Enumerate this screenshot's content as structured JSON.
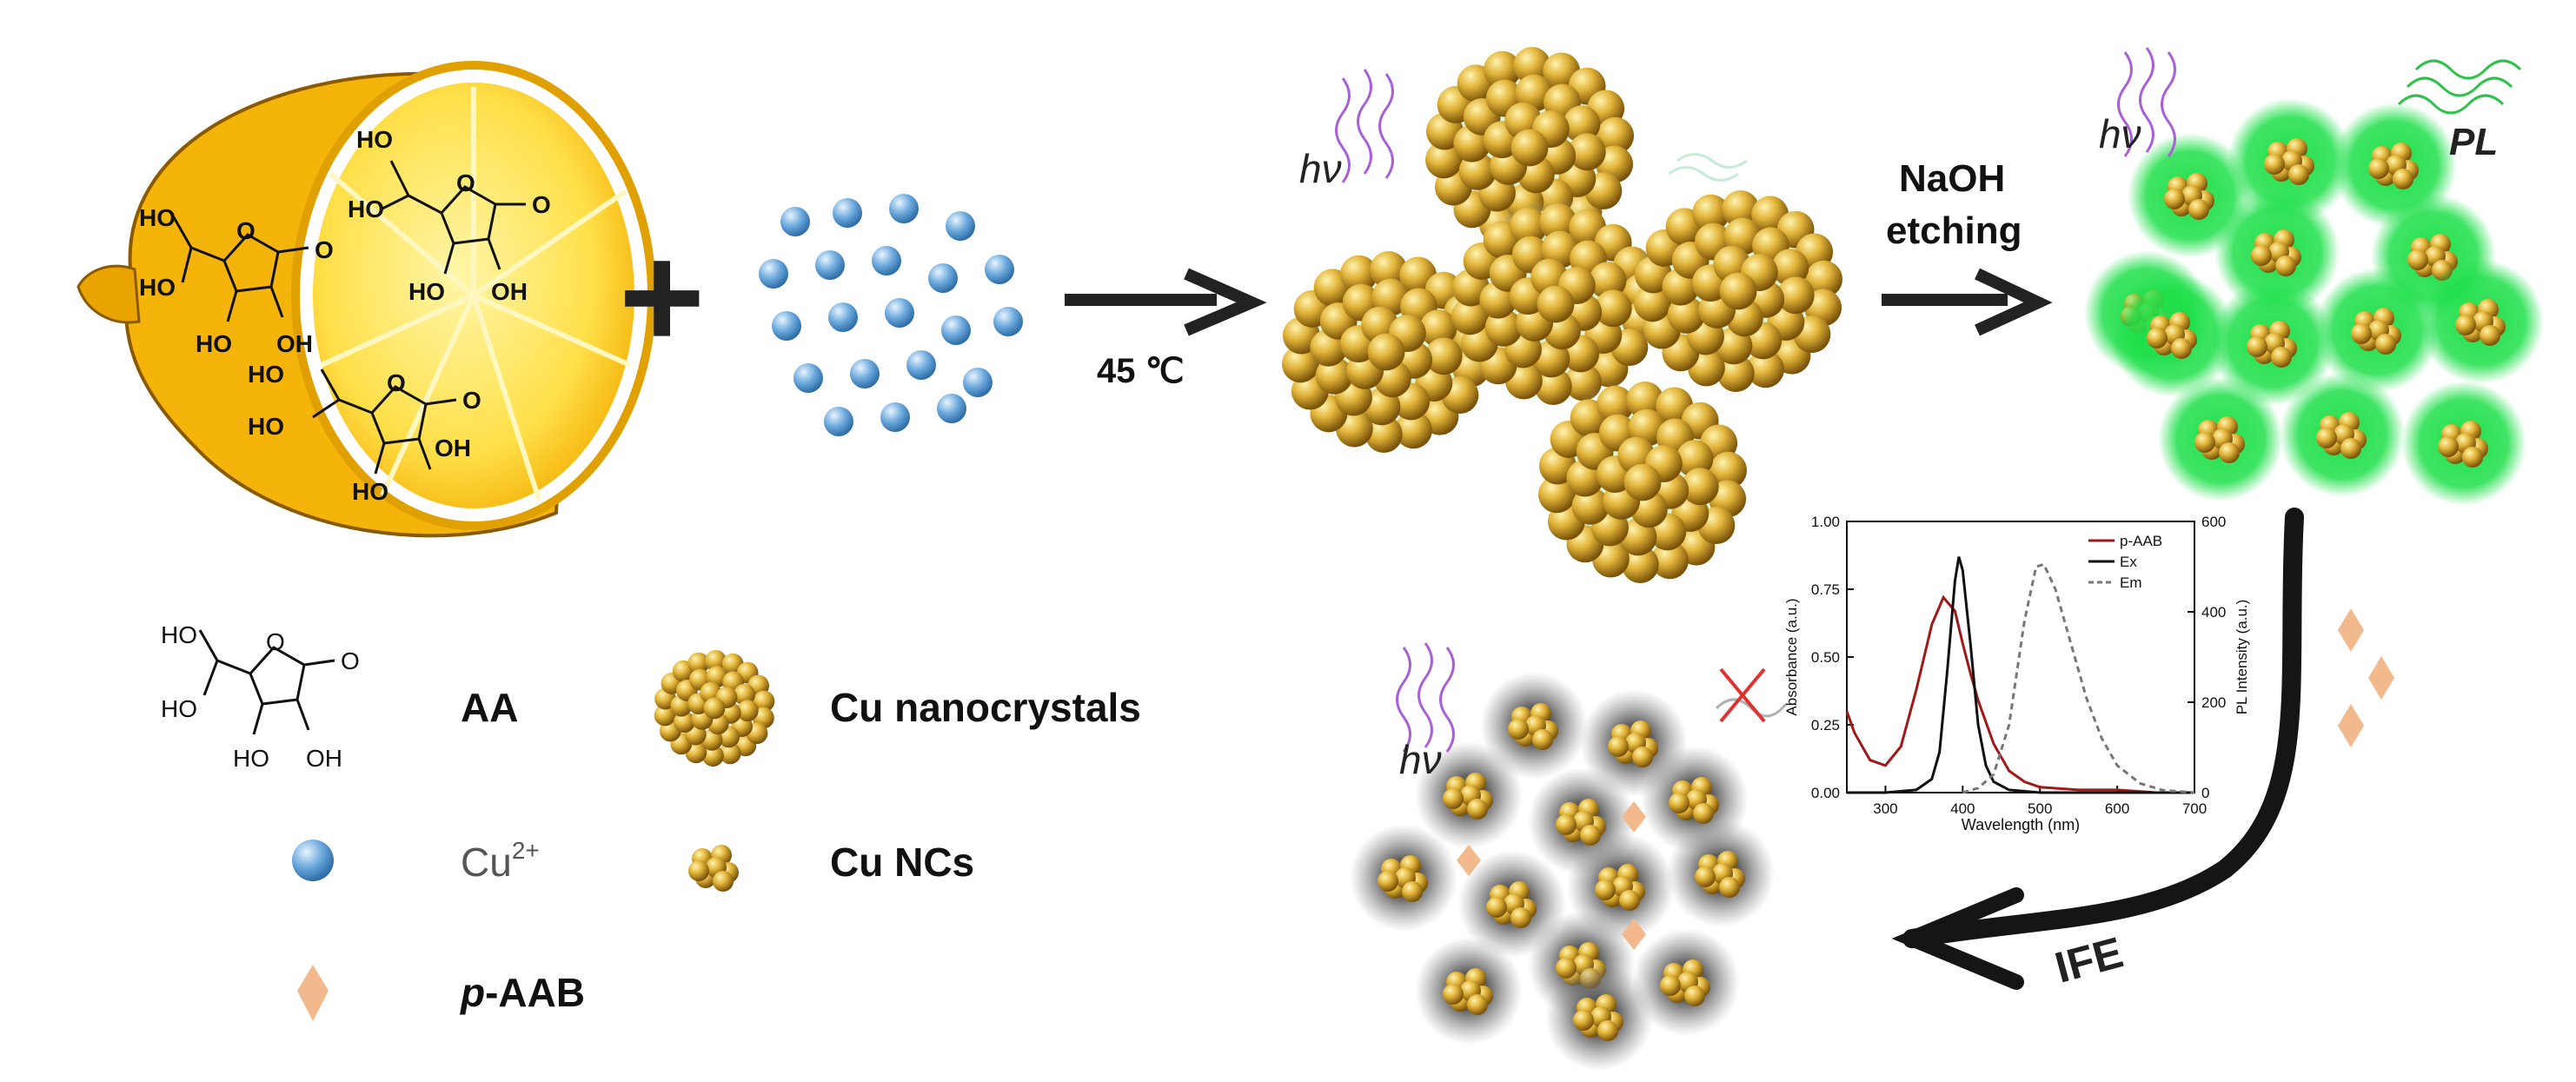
{
  "colors": {
    "lemon_rind": "#f5b40a",
    "lemon_flesh": "#ffe04a",
    "cu_ion": "#6aa8dc",
    "nanocrystal": "#c9951a",
    "green_glow": "#1fe04a",
    "paab_diamond": "#f2b98c",
    "arrow": "#222222",
    "light_wave": "#a860d8",
    "chart_paab": "#a01818",
    "chart_ex": "#111111",
    "chart_em": "#777777"
  },
  "molecule_labels": {
    "ho": "HO",
    "oh": "OH",
    "o": "O"
  },
  "operators": {
    "plus": "+"
  },
  "steps": {
    "temperature": "45 ℃",
    "etching_line1": "NaOH",
    "etching_line2": "etching",
    "ife": "IFE"
  },
  "light": {
    "hv": "hν",
    "pl": "PL"
  },
  "legend": {
    "aa": "AA",
    "cu_nanocrystals": "Cu nanocrystals",
    "cu_ion_base": "Cu",
    "cu_ion_sup": "2+",
    "cu_ncs": "Cu NCs",
    "paab_italic": "p",
    "paab_rest": "-AAB"
  },
  "chart_data": {
    "type": "line",
    "xlabel": "Wavelength (nm)",
    "ylabel_left": "Absorbance (a.u.)",
    "ylabel_right": "PL Intensity (a.u.)",
    "xlim": [
      250,
      700
    ],
    "ylim_left": [
      0,
      1.0
    ],
    "ylim_right": [
      0,
      600
    ],
    "x_ticks": [
      300,
      400,
      500,
      600,
      700
    ],
    "y_ticks_left": [
      "0.00",
      "0.25",
      "0.50",
      "0.75",
      "1.00"
    ],
    "y_ticks_right": [
      "0",
      "200",
      "400",
      "600"
    ],
    "legend_position": "top-right",
    "series": [
      {
        "name": "p-AAB",
        "axis": "left",
        "style": "solid",
        "x": [
          250,
          260,
          280,
          300,
          320,
          340,
          360,
          375,
          390,
          400,
          410,
          420,
          440,
          460,
          480,
          500,
          550,
          600,
          650,
          700
        ],
        "y": [
          0.3,
          0.22,
          0.12,
          0.1,
          0.17,
          0.38,
          0.62,
          0.72,
          0.67,
          0.55,
          0.44,
          0.34,
          0.18,
          0.08,
          0.04,
          0.02,
          0.01,
          0.01,
          0.0,
          0.0
        ]
      },
      {
        "name": "Ex",
        "axis": "left",
        "style": "solid",
        "x": [
          250,
          300,
          340,
          360,
          370,
          380,
          390,
          395,
          400,
          410,
          420,
          430,
          440,
          460,
          500,
          700
        ],
        "y": [
          0.0,
          0.0,
          0.01,
          0.05,
          0.15,
          0.45,
          0.78,
          0.87,
          0.82,
          0.55,
          0.25,
          0.1,
          0.04,
          0.01,
          0.0,
          0.0
        ]
      },
      {
        "name": "Em",
        "axis": "right",
        "style": "dashed",
        "x": [
          400,
          420,
          440,
          460,
          480,
          495,
          505,
          520,
          540,
          560,
          580,
          600,
          630,
          660,
          700
        ],
        "y": [
          0,
          10,
          40,
          150,
          380,
          500,
          505,
          450,
          330,
          210,
          120,
          60,
          20,
          5,
          0
        ]
      }
    ]
  }
}
